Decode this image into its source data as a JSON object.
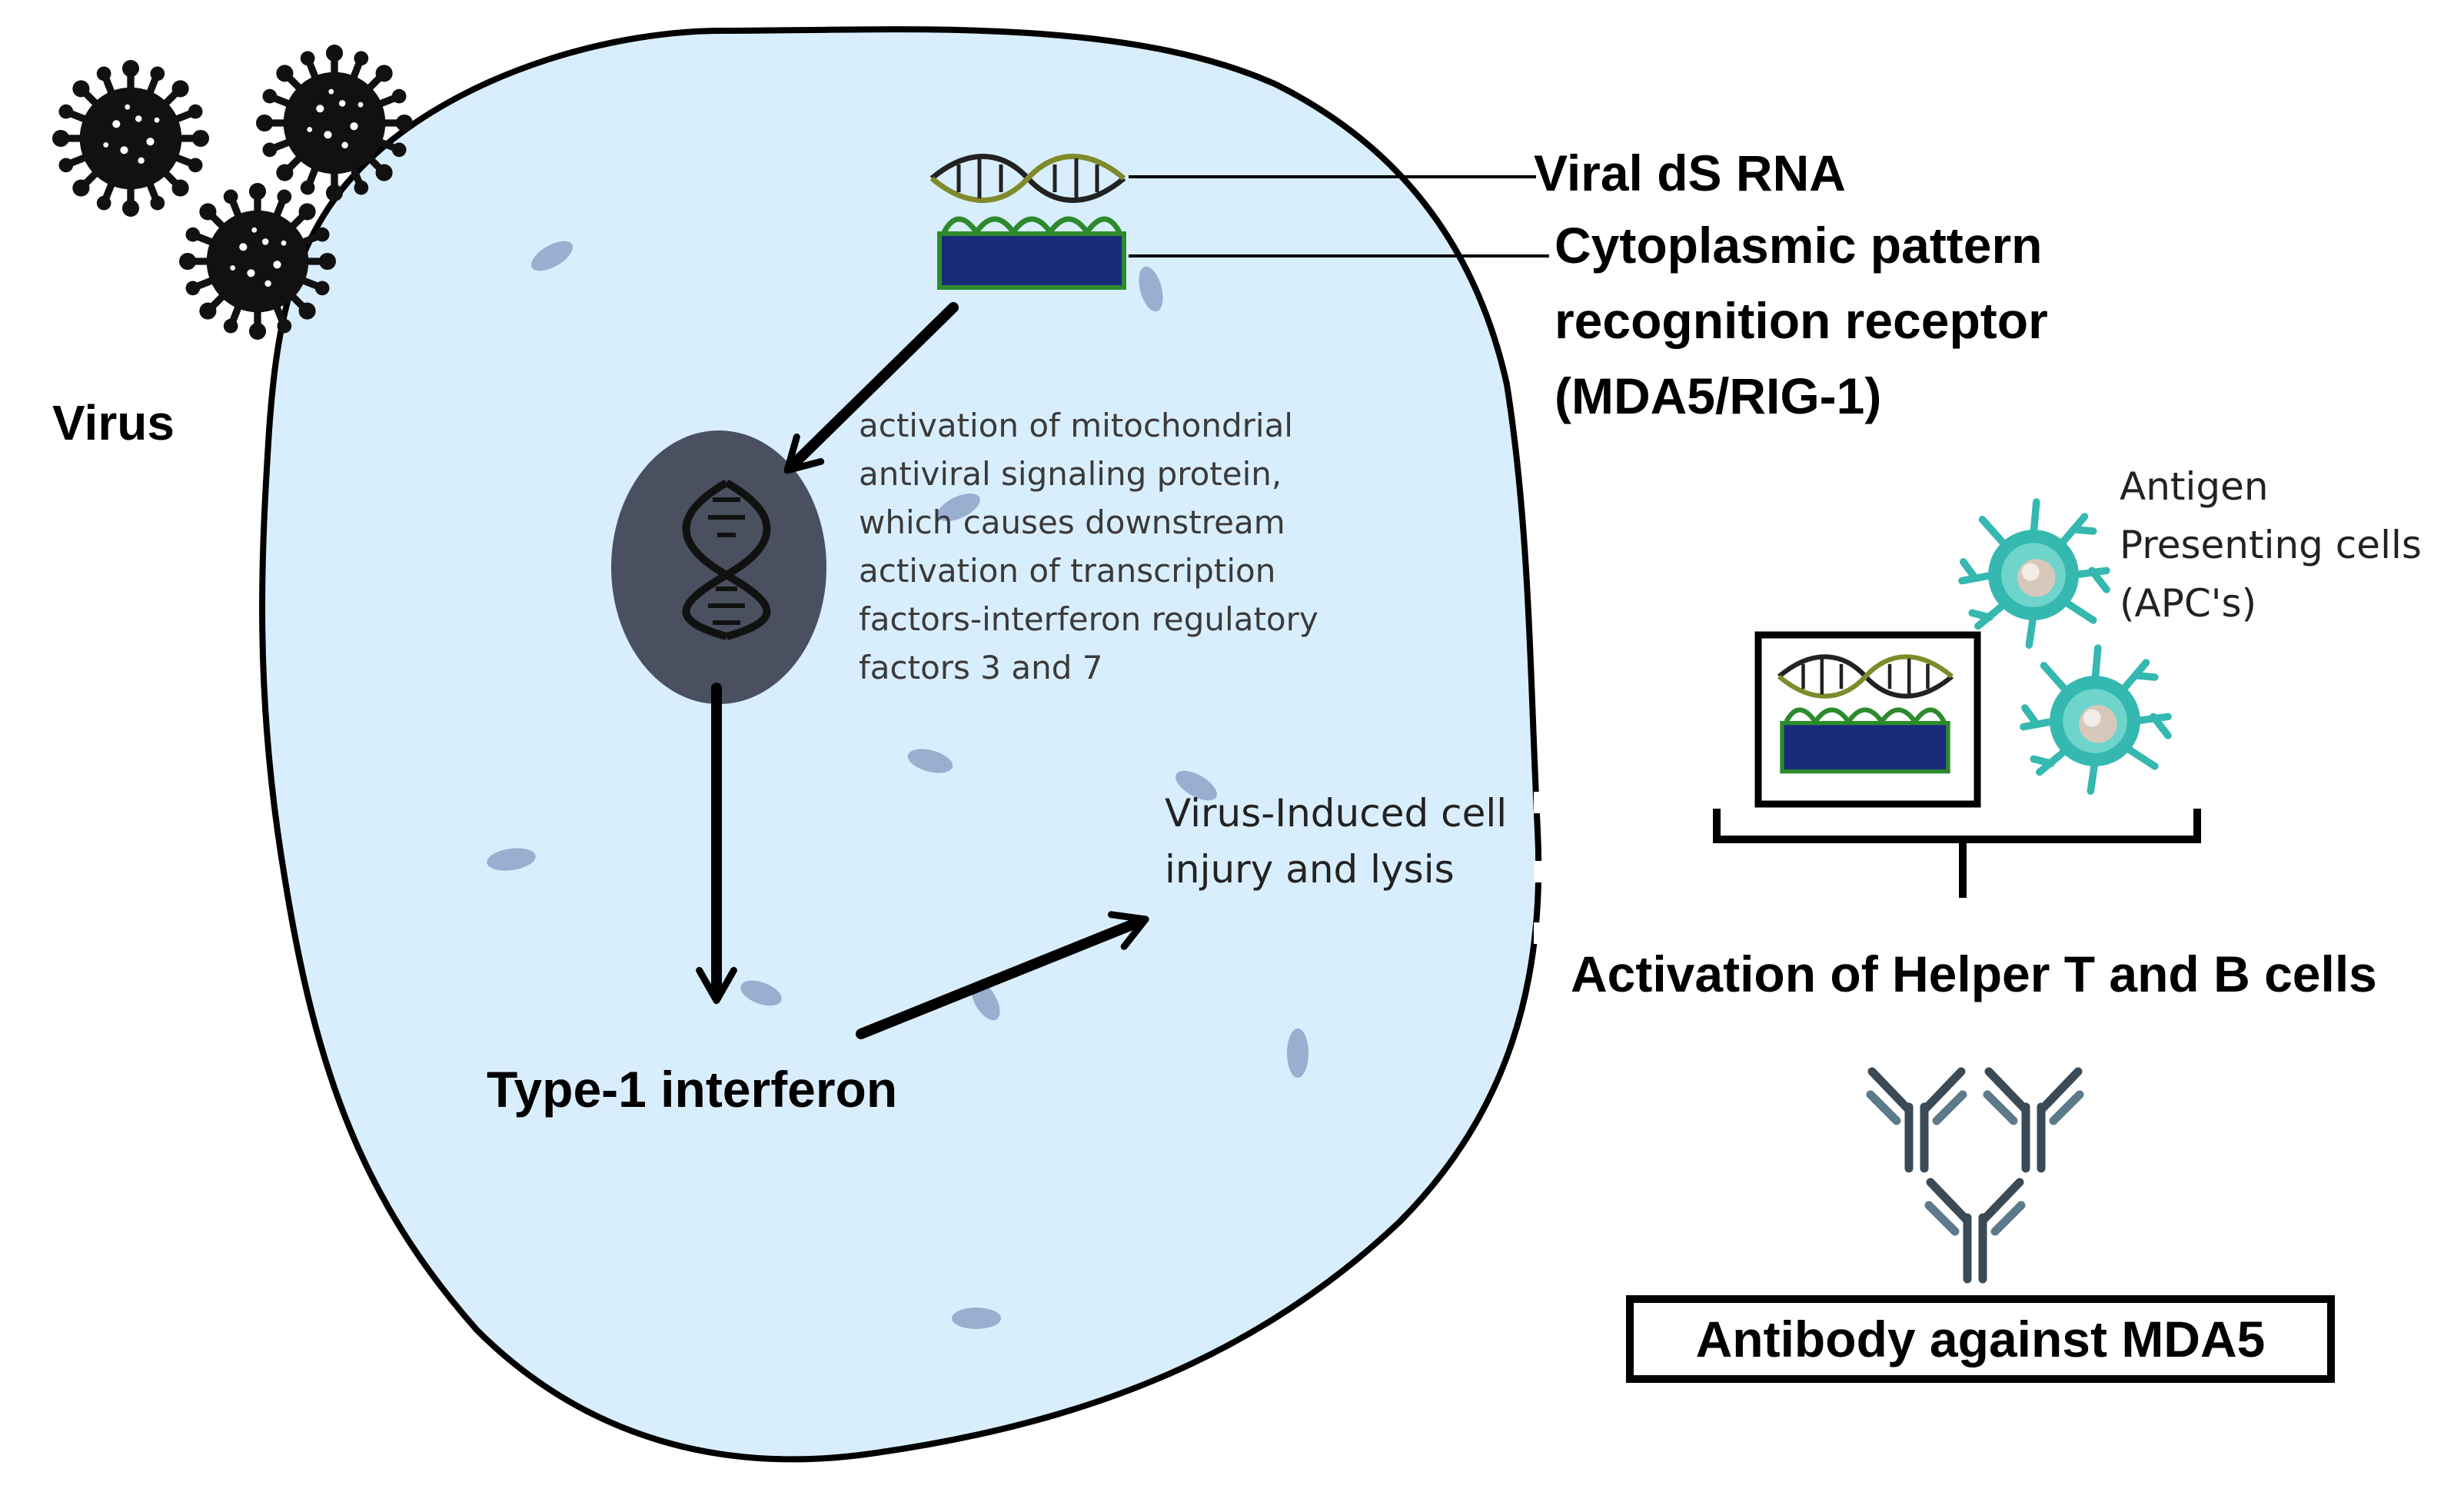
{
  "labels": {
    "virus": "Virus",
    "viral_dsrna": "Viral dS RNA",
    "receptor": [
      "Cytoplasmic pattern",
      "recognition receptor",
      "(MDA5/RIG-1)"
    ],
    "mavs": [
      "activation of mitochondrial",
      "antiviral signaling protein,",
      "which causes downstream",
      "activation of transcription",
      "factors-interferon regulatory",
      "factors 3 and 7"
    ],
    "interferon": "Type-1 interferon",
    "lysis": [
      "Virus-Induced cell",
      "injury and lysis"
    ],
    "apc": [
      "Antigen",
      "Presenting cells",
      "(APC's)"
    ],
    "activation": "Activation of Helper T and B cells",
    "antibody": "Antibody against MDA5"
  },
  "colors": {
    "cell_fill": "#d9eefc",
    "nucleus": "#4a5060",
    "receptor_base": "#1a2a7a",
    "receptor_green": "#2d8a2d",
    "apc": "#35b8b0",
    "antibody": "#3a4a56",
    "organelle": "#9aaed0"
  },
  "icons": [
    "virus-icon",
    "dna-icon",
    "apc-cell-icon",
    "antibody-icon"
  ]
}
